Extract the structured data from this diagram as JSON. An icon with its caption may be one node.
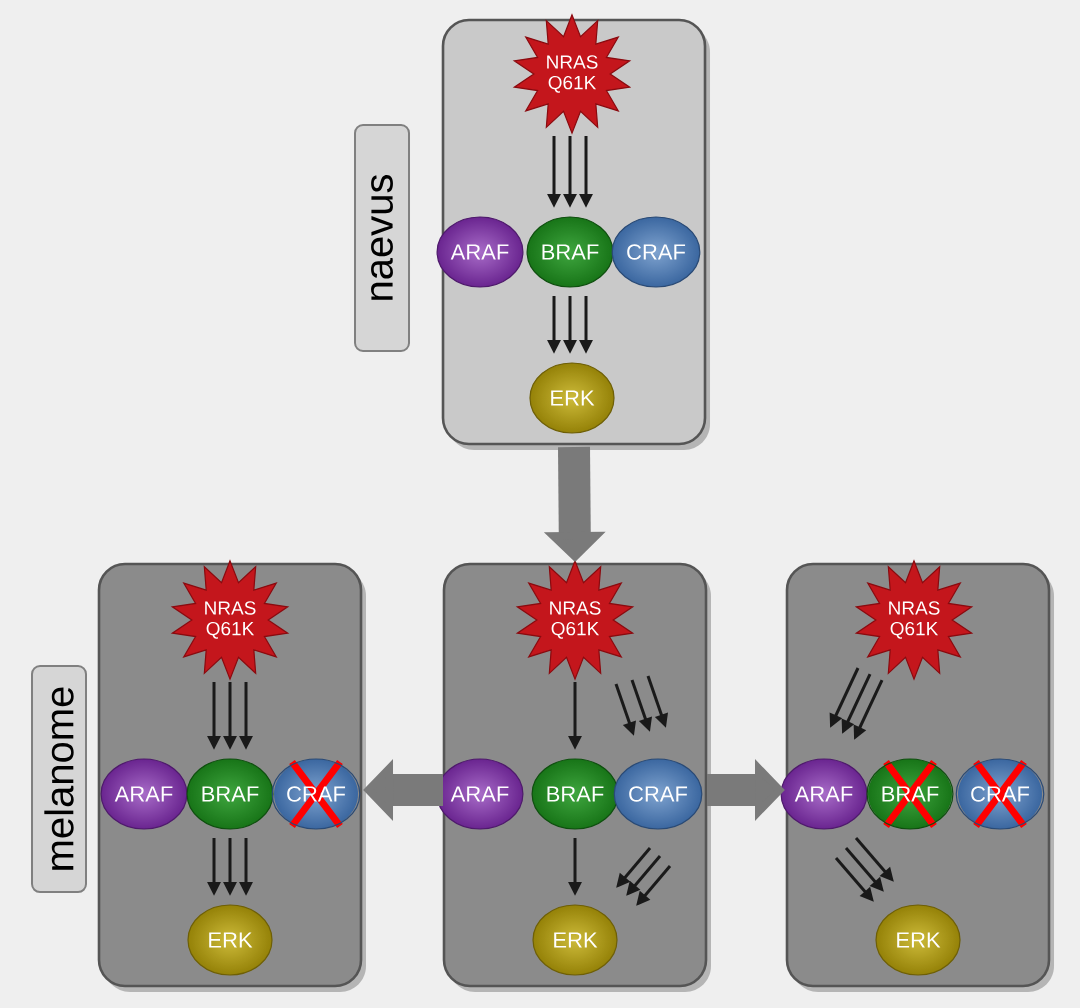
{
  "diagram": {
    "nodes": [
      {
        "text": [],
        "shape": "box"
      },
      {
        "text": [
          "NRAS Q61K"
        ],
        "in": 0
      },
      {
        "text": [
          "ARAF"
        ],
        "in": 0
      },
      {
        "text": [
          "BRAF"
        ],
        "in": 0
      },
      {
        "text": [
          "CRAF"
        ],
        "in": 0
      },
      {
        "text": [
          "ERK"
        ],
        "in": 0
      },
      {
        "text": [
          "naevus"
        ]
      },
      {
        "text": [
          "melanome"
        ]
      },
      {
        "text": [],
        "shape": "box"
      },
      {
        "text": [
          "NRAS Q61K"
        ],
        "in": 8
      },
      {
        "text": [
          "ARAF"
        ],
        "in": 8
      },
      {
        "text": [
          "BRAF"
        ],
        "in": 8
      },
      {
        "text": [
          "CRAF"
        ],
        "in": 8
      },
      {
        "text": [
          "ERK"
        ],
        "in": 8
      },
      {
        "text": [],
        "shape": "box"
      },
      {
        "text": [
          "NRAS Q61K"
        ],
        "in": 14
      },
      {
        "text": [
          "ARAF"
        ],
        "in": 14
      },
      {
        "text": [
          "BRAF"
        ],
        "in": 14
      },
      {
        "text": [
          "CRAF"
        ],
        "in": 14
      },
      {
        "text": [
          "ERK"
        ],
        "in": 14
      },
      {
        "text": [],
        "shape": "box"
      },
      {
        "text": [
          "NRAS Q61K"
        ],
        "in": 20
      },
      {
        "text": [
          "ARAF"
        ],
        "in": 20
      },
      {
        "text": [
          "BRAF"
        ],
        "in": 20
      },
      {
        "text": [
          "CRAF"
        ],
        "in": 20
      },
      {
        "text": [
          "ERK"
        ],
        "in": 20
      }
    ],
    "edges": [
      {
        "from": 1,
        "to": 3,
        "arrow": "to"
      },
      {
        "from": 1,
        "to": 3,
        "arrow": "to"
      },
      {
        "from": 1,
        "to": 3,
        "arrow": "to"
      },
      {
        "from": 3,
        "to": 5,
        "arrow": "to"
      },
      {
        "from": 3,
        "to": 5,
        "arrow": "to"
      },
      {
        "from": 3,
        "to": 5,
        "arrow": "to"
      },
      {
        "from": 0,
        "to": 14,
        "arrow": "to",
        "style": "thick",
        "color": "#7a7a7a"
      },
      {
        "from": 14,
        "to": 8,
        "arrow": "to",
        "style": "thick",
        "color": "#7a7a7a"
      },
      {
        "from": 14,
        "to": 20,
        "arrow": "to",
        "style": "thick",
        "color": "#7a7a7a"
      },
      {
        "from": 9,
        "to": 11,
        "arrow": "to"
      },
      {
        "from": 9,
        "to": 11,
        "arrow": "to"
      },
      {
        "from": 9,
        "to": 11,
        "arrow": "to"
      },
      {
        "from": 11,
        "to": 13,
        "arrow": "to"
      },
      {
        "from": 11,
        "to": 13,
        "arrow": "to"
      },
      {
        "from": 11,
        "to": 13,
        "arrow": "to"
      },
      {
        "from": 15,
        "to": 17,
        "arrow": "to"
      },
      {
        "from": 15,
        "to": 18,
        "arrow": "to"
      },
      {
        "from": 15,
        "to": 18,
        "arrow": "to"
      },
      {
        "from": 15,
        "to": 18,
        "arrow": "to"
      },
      {
        "from": 17,
        "to": 19,
        "arrow": "to"
      },
      {
        "from": 18,
        "to": 19,
        "arrow": "to"
      },
      {
        "from": 18,
        "to": 19,
        "arrow": "to"
      },
      {
        "from": 18,
        "to": 19,
        "arrow": "to"
      },
      {
        "from": 21,
        "to": 22,
        "arrow": "to"
      },
      {
        "from": 21,
        "to": 22,
        "arrow": "to"
      },
      {
        "from": 21,
        "to": 22,
        "arrow": "to"
      },
      {
        "from": 22,
        "to": 25,
        "arrow": "to"
      },
      {
        "from": 22,
        "to": 25,
        "arrow": "to"
      },
      {
        "from": 22,
        "to": 25,
        "arrow": "to"
      }
    ]
  }
}
